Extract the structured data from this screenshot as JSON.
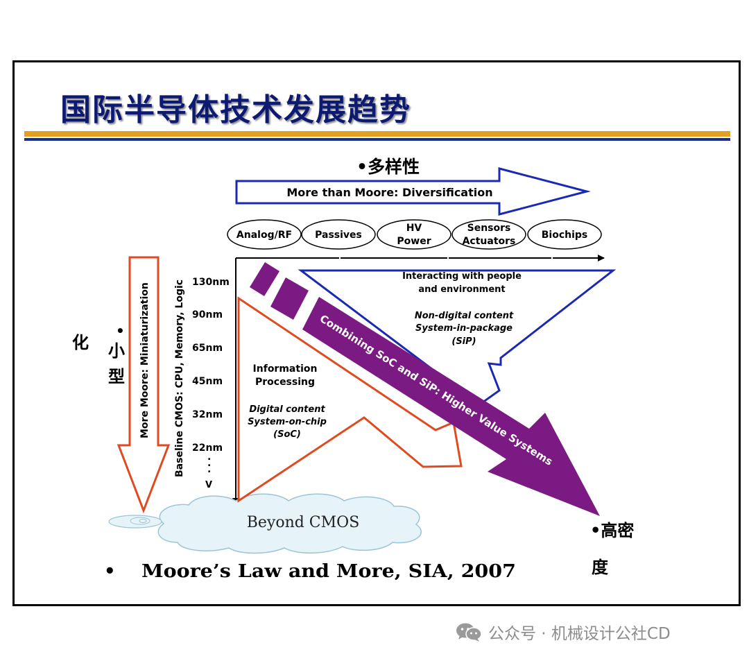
{
  "slide": {
    "title": "国际半导体技术发展趋势",
    "diversity_label": "•多样性",
    "miniaturization_label_1": "化",
    "miniaturization_label_2": "•",
    "miniaturization_label_3": "小",
    "miniaturization_label_4": "型",
    "density_label_1": "•高密",
    "density_label_2": "度",
    "citation_bullet": "•",
    "citation": "Moore’s  Law  and More,  SIA, 2007"
  },
  "diagram": {
    "more_than_moore": "More than Moore:  Diversification",
    "more_moore": "More Moore:  Miniaturization",
    "baseline_cmos": "Baseline CMOS:  CPU, Memory, Logic",
    "categories": [
      {
        "line1": "Analog/RF",
        "line2": ""
      },
      {
        "line1": "Passives",
        "line2": ""
      },
      {
        "line1": "HV",
        "line2": "Power"
      },
      {
        "line1": "Sensors",
        "line2": "Actuators"
      },
      {
        "line1": "Biochips",
        "line2": ""
      }
    ],
    "nodes": [
      "130nm",
      "90nm",
      "65nm",
      "45nm",
      "32nm",
      "22nm"
    ],
    "node_dots": ".",
    "node_arrow": "V",
    "info_processing_1": "Information",
    "info_processing_2": "Processing",
    "digital_content_1": "Digital content",
    "digital_content_2": "System-on-chip",
    "digital_content_3": "(SoC)",
    "interacting_1": "Interacting with people",
    "interacting_2": "and environment",
    "nondigital_1": "Non-digital content",
    "nondigital_2": "System-in-package",
    "nondigital_3": "(SiP)",
    "combining": "Combining SoC and SiP:  Higher Value Systems",
    "beyond_cmos": "Beyond CMOS"
  },
  "colors": {
    "title": "#0c1a72",
    "gold_rule": "#e2a020",
    "blue_rule": "#1c2a8a",
    "blue_arrow": "#1a28b4",
    "orange_arrow": "#e04a20",
    "purple": "#7a1a82",
    "cloud": "#e6f4fa"
  },
  "watermark": {
    "text": "公众号 · 机械设计公社CD",
    "icon": "wechat-icon"
  }
}
